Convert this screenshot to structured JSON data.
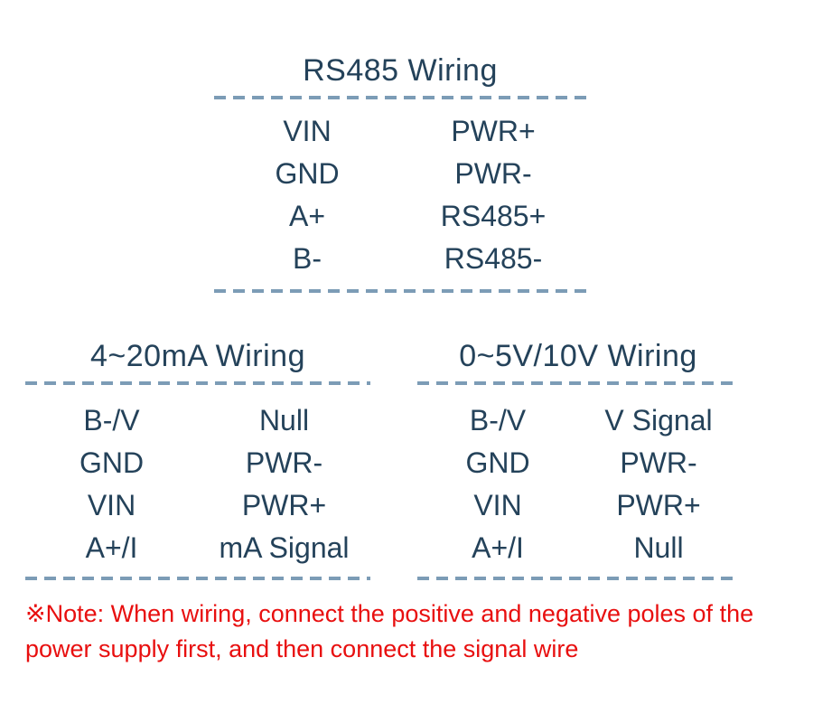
{
  "colors": {
    "background": "#ffffff",
    "heading_text": "#24425a",
    "dashed_line": "#7c9cb6",
    "note_text": "#e80f0f"
  },
  "sections": {
    "rs485": {
      "title": "RS485 Wiring",
      "rows": [
        {
          "terminal": "VIN",
          "signal": "PWR+"
        },
        {
          "terminal": "GND",
          "signal": "PWR-"
        },
        {
          "terminal": "A+",
          "signal": "RS485+"
        },
        {
          "terminal": "B-",
          "signal": "RS485-"
        }
      ]
    },
    "current_4_20ma": {
      "title": "4~20mA Wiring",
      "rows": [
        {
          "terminal": "B-/V",
          "signal": "Null"
        },
        {
          "terminal": "GND",
          "signal": "PWR-"
        },
        {
          "terminal": "VIN",
          "signal": "PWR+"
        },
        {
          "terminal": "A+/I",
          "signal": "mA Signal"
        }
      ]
    },
    "voltage_0_5v_10v": {
      "title": "0~5V/10V Wiring",
      "rows": [
        {
          "terminal": "B-/V",
          "signal": "V Signal"
        },
        {
          "terminal": "GND",
          "signal": "PWR-"
        },
        {
          "terminal": "VIN",
          "signal": "PWR+"
        },
        {
          "terminal": "A+/I",
          "signal": "Null"
        }
      ]
    }
  },
  "note": {
    "lines": [
      "※Note: When wiring, connect the positive and negative poles of the",
      "power supply first, and then connect the signal wire"
    ]
  }
}
